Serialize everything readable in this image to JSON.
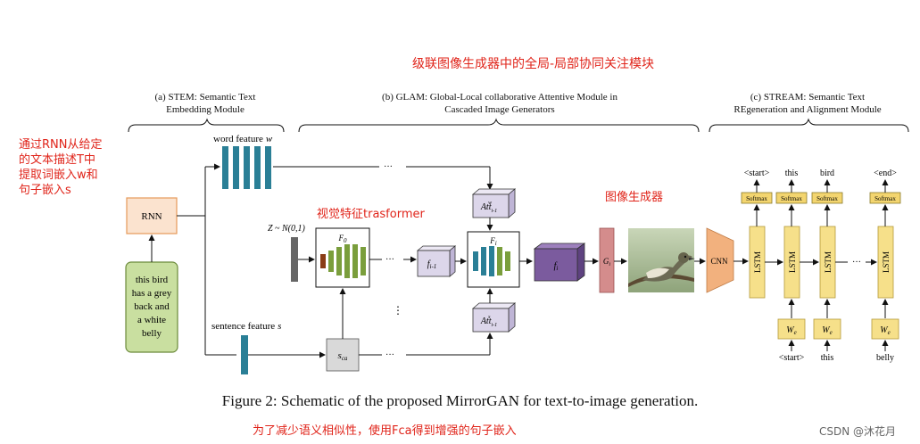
{
  "annotations": {
    "top_title": "级联图像生成器中的全局-局部协同关注模块",
    "rnn_note_lines": [
      "通过RNN从给定",
      "的文本描述T中",
      "提取词嵌入w和",
      "句子嵌入s"
    ],
    "visual_transformer": "视觉特征trasformer",
    "image_generator": "图像生成器",
    "fca_note": "为了减少语义相似性，使用Fca得到增强的句子嵌入",
    "watermark": "CSDN @沐花月"
  },
  "sections": {
    "stem": [
      "(a) STEM: Semantic Text",
      "Embedding Module"
    ],
    "glam": [
      "(b) GLAM: Global-Local collaborative Attentive Module in",
      "Cascaded Image Generators"
    ],
    "stream": [
      "(c) STREAM: Semantic Text",
      "REgeneration and Alignment Module"
    ]
  },
  "labels": {
    "rnn": "RNN",
    "input_text": [
      "this bird",
      "has a grey",
      "back and",
      "a white",
      "belly"
    ],
    "word_feature": "word feature",
    "word_var": "w",
    "sentence_feature": "sentence feature",
    "sentence_var": "s",
    "noise": "Z ~ N(0,1)",
    "f0": "F",
    "f0_sub": "0",
    "fi": "F",
    "fi_sub": "i",
    "fim1": "f",
    "fim1_sub": "i-1",
    "fi_small": "f",
    "fi_small_sub": "i",
    "gi": "G",
    "gi_sub": "i",
    "att_w": "Att",
    "att_w_sub": "i-1",
    "att_w_sup": "w",
    "att_s": "Att",
    "att_s_sub": "i-1",
    "att_s_sup": "s",
    "sca": "s",
    "sca_sub": "ca",
    "cnn": "CNN",
    "dots": "···",
    "vdots": "⋮"
  },
  "stream": {
    "outputs": [
      "<start>",
      "this",
      "bird",
      "<end>"
    ],
    "softmax": "Softmax",
    "lstm": "LSTM",
    "we": "W",
    "we_sub": "e",
    "inputs": [
      "<start>",
      "this",
      "belly"
    ]
  },
  "caption": "Figure 2: Schematic of the proposed MirrorGAN for text-to-image generation.",
  "colors": {
    "annotation_red": "#e0241a",
    "rnn_fill": "#fbe3cf",
    "rnn_stroke": "#e69a5a",
    "text_box_fill": "#c9dfa0",
    "feature_bar": "#2a7f96",
    "f0_green": "#7a9e3c",
    "f0_brown": "#8a3d16",
    "fi_green": "#7a9e3c",
    "att_fill": "#dcd6ea",
    "fi_purple": "#7b5b9e",
    "gi_fill": "#d48c8c",
    "cnn_fill": "#f2b17e",
    "lstm_fill": "#f6e08a",
    "softmax_fill": "#f3d56f"
  }
}
